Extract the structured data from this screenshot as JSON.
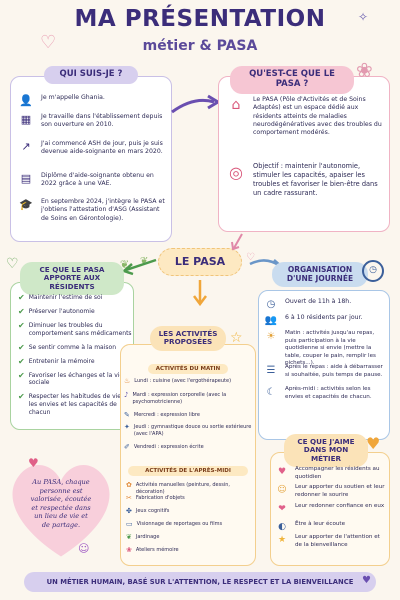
{
  "header": {
    "title": "MA PRÉSENTATION",
    "subtitle": "métier & PASA"
  },
  "qui": {
    "label": "QUI SUIS-JE ?",
    "items": [
      "Je m'appelle Ghania.",
      "Je travaille dans l'établissement depuis son ouverture en 2010.",
      "J'ai commencé ASH de jour, puis je suis devenue aide-soignante en mars 2020.",
      "Diplôme d'aide-soignante obtenu en 2022 grâce à une VAE.",
      "En septembre 2024, j'intègre le PASA et j'obtiens l'attestation d'ASG (Assistant de Soins en Gérontologie)."
    ]
  },
  "pasa_def": {
    "label": "QU'EST-CE QUE LE PASA ?",
    "definition": "Le PASA (Pôle d'Activités et de Soins Adaptés) est un espace dédié aux résidents atteints de maladies neurodégénératives avec des troubles du comportement modérés.",
    "objective": "Objectif : maintenir l'autonomie, stimuler les capacités, apaiser les troubles et favoriser le bien-être dans un cadre rassurant."
  },
  "center": {
    "label": "LE PASA"
  },
  "apport": {
    "label": "CE QUE LE PASA APPORTE AUX RÉSIDENTS",
    "items": [
      "Maintenir l'estime de soi",
      "Préserver l'autonomie",
      "Diminuer les troubles du comportement sans médicaments",
      "Se sentir comme à la maison",
      "Entretenir la mémoire",
      "Favoriser les échanges et la vie sociale",
      "Respecter les habitudes de vie, les envies et les capacités de chacun"
    ]
  },
  "organisation": {
    "label": "ORGANISATION D'UNE JOURNÉE",
    "items": [
      "Ouvert de 11h à 18h.",
      "6 à 10 résidents par jour.",
      "Matin : activités jusqu'au repas, puis participation à la vie quotidienne si envie (mettre la table, couper le pain, remplir les pichets...).",
      "Après le repas : aide à débarrasser si souhaitée, puis temps de pause.",
      "Après-midi : activités selon les envies et capacités de chacun."
    ]
  },
  "activites": {
    "label": "LES ACTIVITÉS PROPOSÉES",
    "matin_label": "ACTIVITÉS DU MATIN",
    "matin": [
      "Lundi : cuisine (avec l'ergothérapeute)",
      "Mardi : expression corporelle (avec la psychomotricienne)",
      "Mercredi : expression libre",
      "Jeudi : gymnastique douce ou sortie extérieure (avec l'APA)",
      "Vendredi : expression écrite"
    ],
    "am_label": "ACTIVITÉS DE L'APRÈS-MIDI",
    "am": [
      "Activités manuelles (peinture, dessin, décoration)",
      "Fabrication d'objets",
      "Jeux cognitifs",
      "Visionnage de reportages ou films",
      "Jardinage",
      "Ateliers mémoire"
    ]
  },
  "aime": {
    "label": "CE QUE J'AIME DANS MON MÉTIER",
    "items": [
      "Accompagner les résidents au quotidien",
      "Leur apporter du soutien et leur redonner le sourire",
      "Leur redonner confiance en eux",
      "Être à leur écoute",
      "Leur apporter de l'attention et de la bienveillance"
    ]
  },
  "quote": "Au PASA, chaque personne est valorisée, écoutée et respectée dans un lieu de vie et de partage.",
  "footer": "UN MÉTIER HUMAIN, BASÉ SUR L'ATTENTION, LE RESPECT ET LA BIENVEILLANCE",
  "colors": {
    "purple": "#3b2d7a",
    "pink": "#f6c6d3",
    "green": "#cfe8c8",
    "blue": "#c9dcef",
    "orange": "#fbe3b8",
    "lavender": "#d7cfee"
  },
  "icons": [
    "user-icon",
    "calendar-icon",
    "trend-up-icon",
    "certificate-icon",
    "graduation-cap-icon",
    "house-heart-icon",
    "target-icon",
    "brain-icon",
    "clock-icon",
    "heart-icon",
    "star-icon"
  ]
}
